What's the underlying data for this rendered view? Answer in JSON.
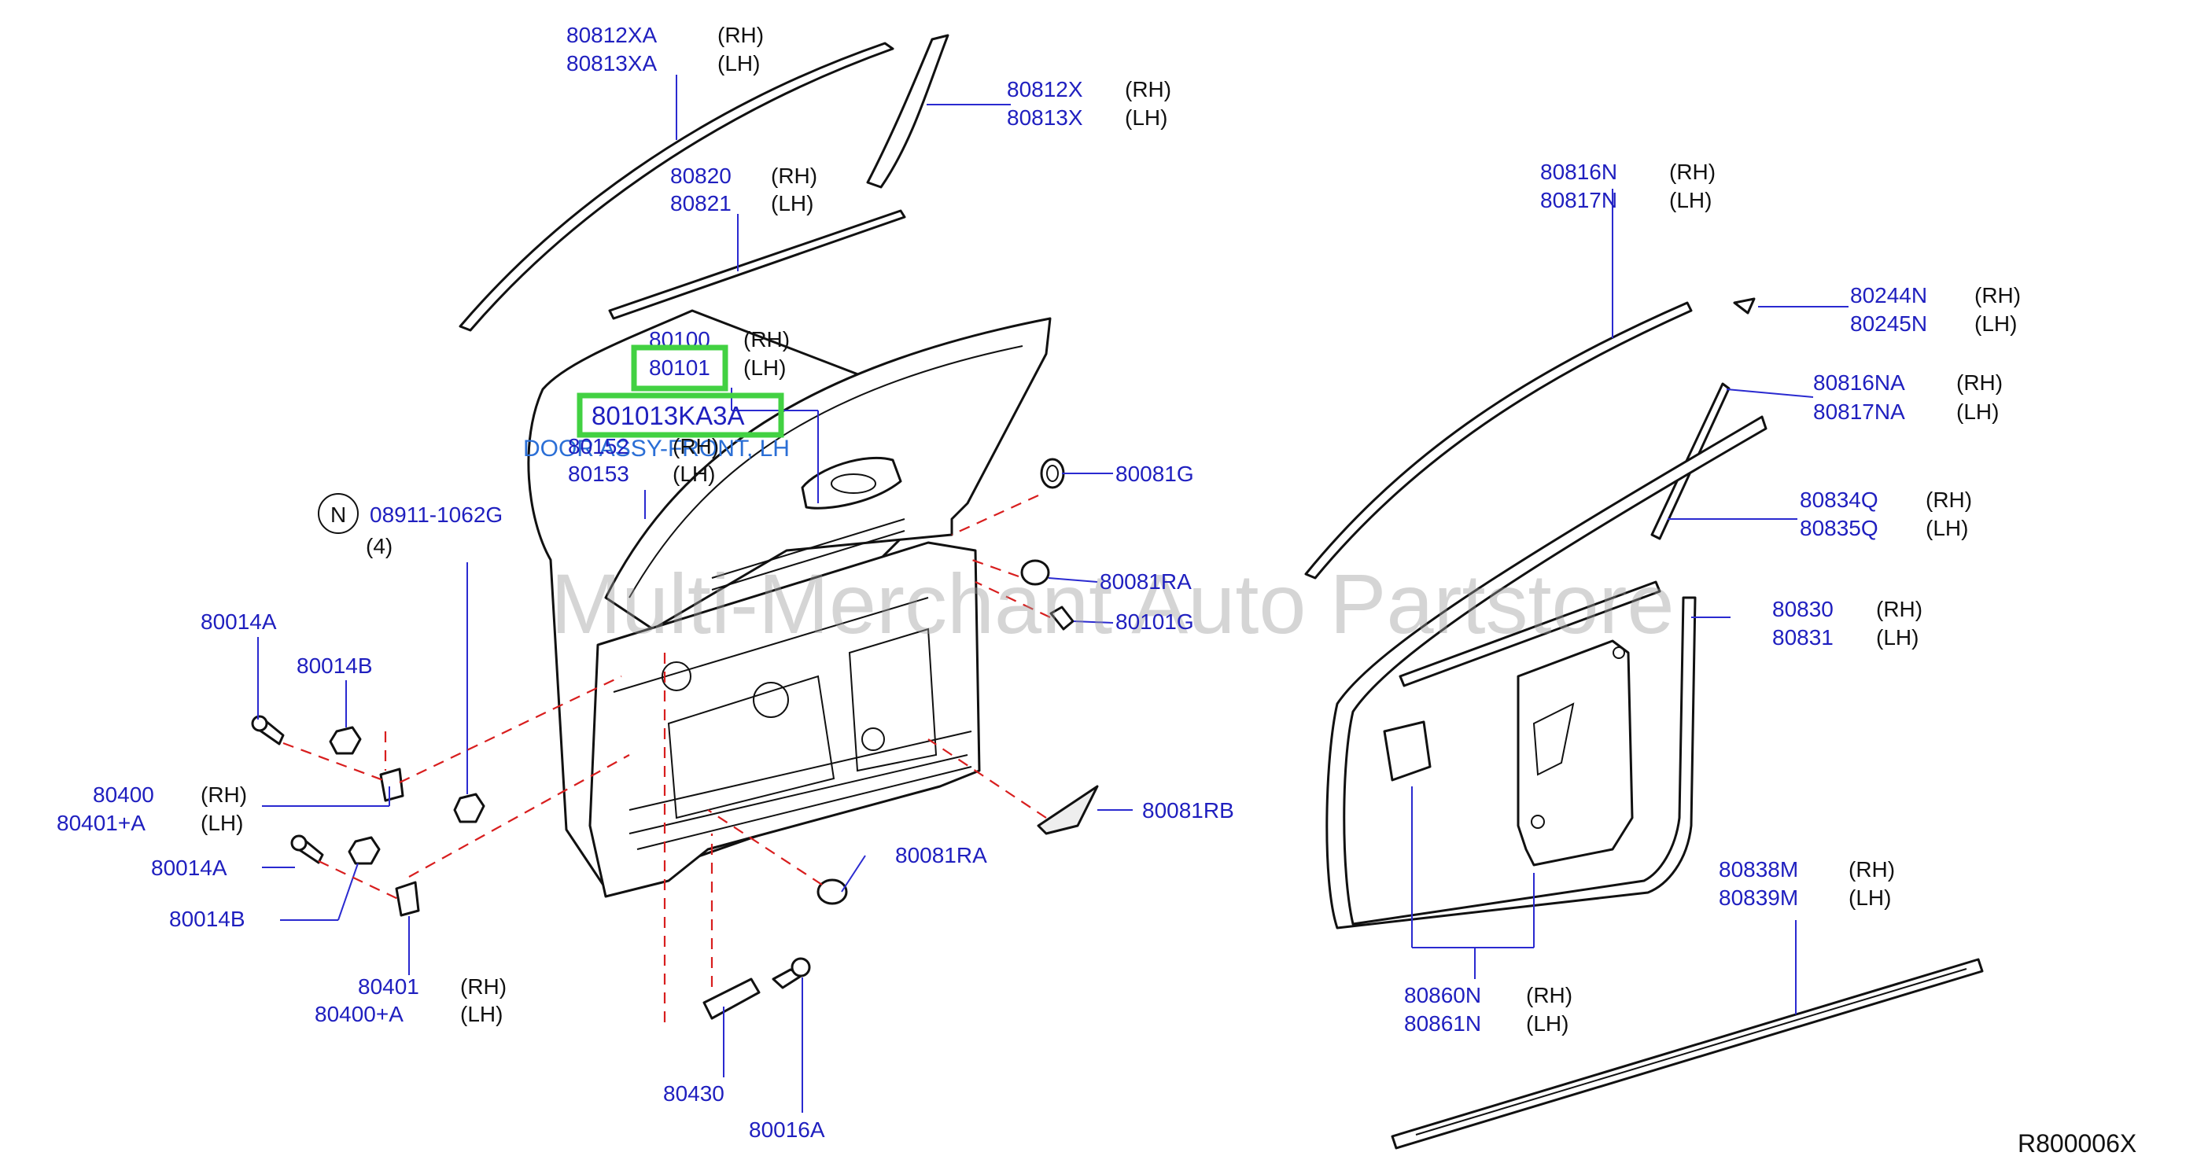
{
  "diagram": {
    "labels": {
      "l80812XA": "80812XA",
      "l80813XA": "80813XA",
      "l80812X": "80812X",
      "l80813X": "80813X",
      "l80820": "80820",
      "l80821": "80821",
      "l80100": "80100",
      "l80101": "80101",
      "l801013KA3A": "801013KA3A",
      "door_desc": "DOOR ASSY-FRONT, LH",
      "l80152": "80152",
      "l80153": "80153",
      "l08911": "08911-1062G",
      "n_symbol": "N",
      "qty": "(4)",
      "l80081G": "80081G",
      "l80081RA_a": "80081RA",
      "l80101G": "80101G",
      "l80014A_a": "80014A",
      "l80014B_a": "80014B",
      "l80400": "80400",
      "l80401A": "80401+A",
      "l80014A_b": "80014A",
      "l80014B_b": "80014B",
      "l80401": "80401",
      "l80400A": "80400+A",
      "l80081RB": "80081RB",
      "l80081RA_b": "80081RA",
      "l80430": "80430",
      "l80016A": "80016A",
      "l80816N": "80816N",
      "l80817N": "80817N",
      "l80244N": "80244N",
      "l80245N": "80245N",
      "l80816NA": "80816NA",
      "l80817NA": "80817NA",
      "l80834Q": "80834Q",
      "l80835Q": "80835Q",
      "l80830": "80830",
      "l80831": "80831",
      "l80838M": "80838M",
      "l80839M": "80839M",
      "l80860N": "80860N",
      "l80861N": "80861N",
      "rh": "(RH)",
      "lh": "(LH)",
      "ref": "R800006X",
      "watermark": "Multi-Merchant Auto Partstore"
    },
    "colors": {
      "part_number": "#1f1fbf",
      "highlight": "#42d142",
      "leader_dash": "#d81e1e",
      "desc": "#2b6fd6"
    }
  }
}
